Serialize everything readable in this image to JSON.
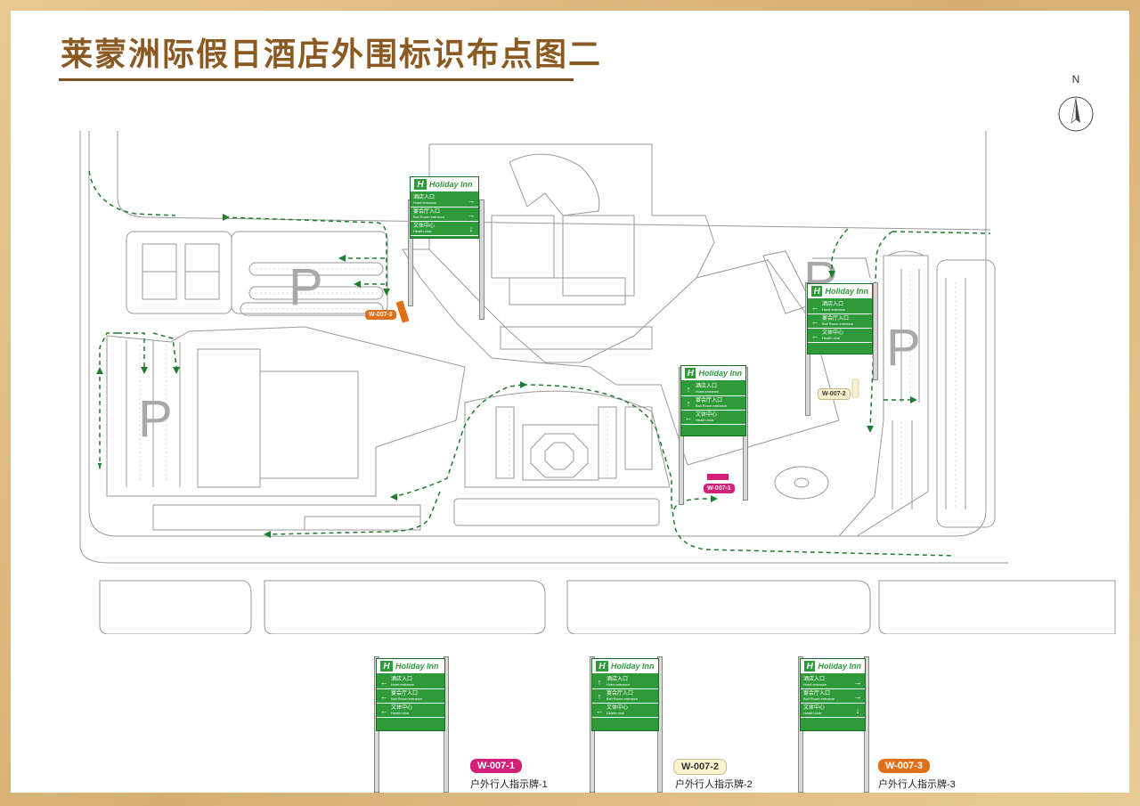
{
  "title": "莱蒙洲际假日酒店外围标识布点图二",
  "compass": {
    "label": "N"
  },
  "parking": {
    "label": "P"
  },
  "sign": {
    "brand": "Holiday Inn",
    "rows": [
      {
        "cn": "酒店入口",
        "en": "Hotel entrance"
      },
      {
        "cn": "宴会厅入口",
        "en": "Ball Room entrance"
      },
      {
        "cn": "文体中心",
        "en": "Health club"
      }
    ]
  },
  "markers": {
    "w1": "W-007-1",
    "w2": "W-007-2",
    "w3": "W-007-3"
  },
  "legend": [
    {
      "code": "W-007-1",
      "label": "户外行人指示牌-1",
      "color": "#d2207a"
    },
    {
      "code": "W-007-2",
      "label": "户外行人指示牌-2",
      "color": "#fbf3cf"
    },
    {
      "code": "W-007-3",
      "label": "户外行人指示牌-3",
      "color": "#e07018"
    }
  ],
  "colors": {
    "sign_green": "#2f9a3a",
    "route_green": "#1e7d2e",
    "title_brown": "#8a5a22",
    "frame_gold": "#d6ae72"
  }
}
